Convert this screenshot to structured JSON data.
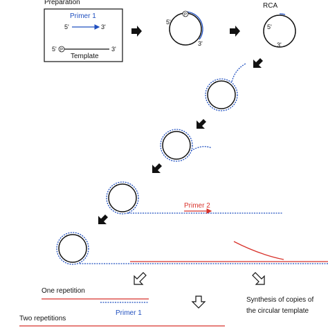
{
  "header": {
    "preparation": "Preparation",
    "rca": "RCA"
  },
  "preparation_box": {
    "primer_label": "Primer 1",
    "primer_five": "5'",
    "primer_three": "3'",
    "template_five": "5'",
    "template_three": "3'",
    "phosphate": "P",
    "template_label": "Template"
  },
  "ligation_step": {
    "five": "5'",
    "three": "3'",
    "phosphate": "P"
  },
  "rca_step": {
    "five": "5'",
    "three": "3'"
  },
  "primer2_label": "Primer 2",
  "outcomes": {
    "one_repetition": "One repetition",
    "primer1_label": "Primer 1",
    "two_repetitions": "Two repetitions",
    "synthesis_line1": "Synthesis of copies of",
    "synthesis_line2": "the circular template"
  },
  "colors": {
    "blue": "#1f4fbf",
    "red": "#d8322b",
    "black": "#111111"
  },
  "icons": [
    "right-arrow-icon",
    "diagonal-arrow-icon",
    "down-left-outline-arrow-icon",
    "down-outline-arrow-icon",
    "down-right-outline-arrow-icon"
  ]
}
